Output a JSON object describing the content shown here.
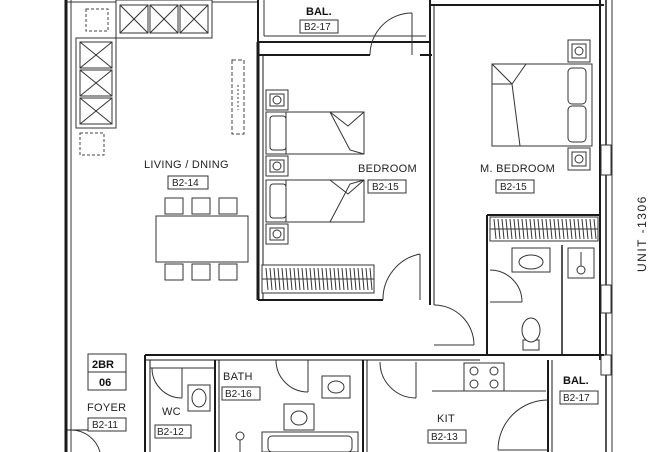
{
  "plan": {
    "unit_label": "UNIT -1306",
    "rooms": {
      "balcony_top": {
        "name": "BAL.",
        "code": "B2-17"
      },
      "living": {
        "name": "LIVING / DNING",
        "code": "B2-14"
      },
      "bedroom": {
        "name": "BEDROOM",
        "code": "B2-15"
      },
      "master_bedroom": {
        "name": "M. BEDROOM",
        "code": "B2-15"
      },
      "bath": {
        "name": "BATH",
        "code": "B2-16"
      },
      "wc": {
        "name": "WC",
        "code": "B2-12"
      },
      "foyer": {
        "name": "FOYER",
        "code": "B2-11"
      },
      "kitchen": {
        "name": "KIT",
        "code": "B2-13"
      },
      "balcony_kit": {
        "name": "BAL.",
        "code": "B2-17"
      }
    },
    "type_tag": {
      "line1": "2BR",
      "line2": "06"
    }
  }
}
